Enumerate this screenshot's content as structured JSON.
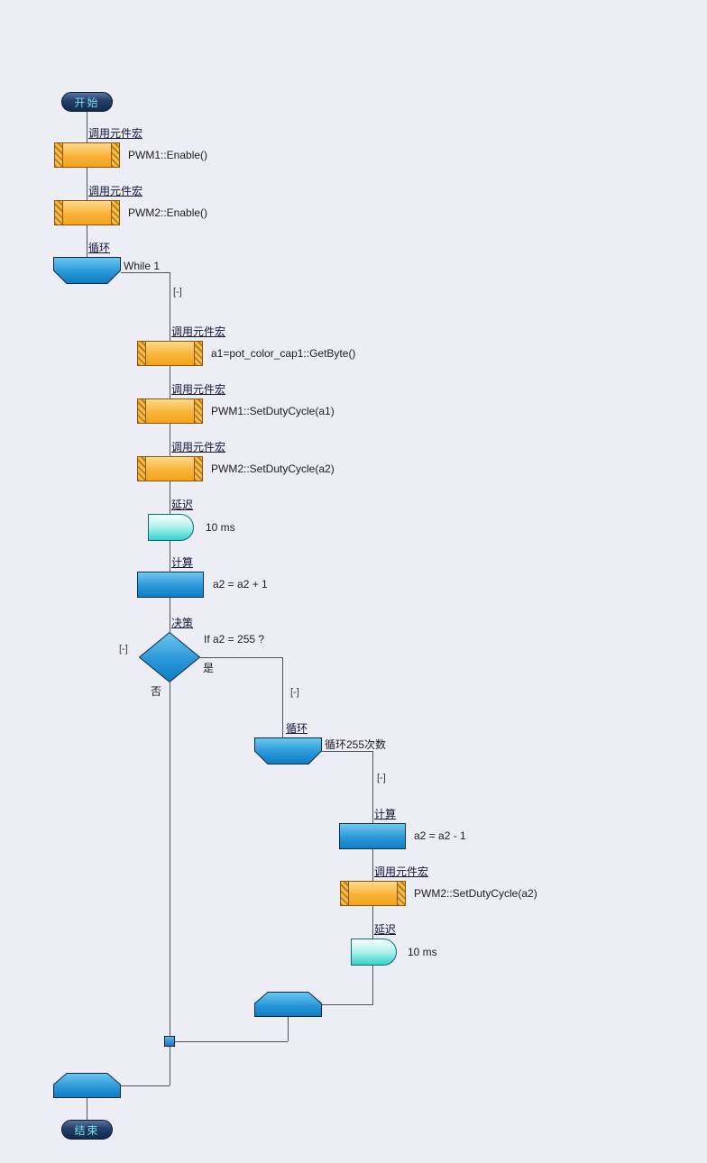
{
  "colors": {
    "background": "#ededf5",
    "macro_fill": "#f6a41e",
    "blue_fill": "#1794d6",
    "delay_fill": "#2ed3cc",
    "terminal_fill": "#16335e",
    "terminal_text": "#79dfec",
    "line": "#51515f"
  },
  "markers": {
    "collapse": "[-]"
  },
  "terminals": {
    "start": "开始",
    "end": "结束"
  },
  "nodes": {
    "macro_pwm1_enable": {
      "caption": "调用元件宏",
      "detail": "PWM1::Enable()"
    },
    "macro_pwm2_enable": {
      "caption": "调用元件宏",
      "detail": "PWM2::Enable()"
    },
    "loop_while1": {
      "caption": "循环",
      "detail": "While 1"
    },
    "macro_get_byte": {
      "caption": "调用元件宏",
      "detail": "a1=pot_color_cap1::GetByte()"
    },
    "macro_set_duty_a1": {
      "caption": "调用元件宏",
      "detail": "PWM1::SetDutyCycle(a1)"
    },
    "macro_set_duty_a2": {
      "caption": "调用元件宏",
      "detail": "PWM2::SetDutyCycle(a2)"
    },
    "delay_outer": {
      "caption": "延迟",
      "detail": "10 ms"
    },
    "calc_increment": {
      "caption": "计算",
      "detail": "a2 = a2 + 1"
    },
    "decision_a2_255": {
      "caption": "决策",
      "detail": "If a2 = 255 ?",
      "yes_label": "是",
      "no_label": "否"
    },
    "loop_255": {
      "caption": "循环",
      "detail": "循环255次数"
    },
    "calc_decrement": {
      "caption": "计算",
      "detail": "a2 = a2 - 1"
    },
    "macro_set_duty_a2_inner": {
      "caption": "调用元件宏",
      "detail": "PWM2::SetDutyCycle(a2)"
    },
    "delay_inner": {
      "caption": "延迟",
      "detail": "10 ms"
    }
  }
}
